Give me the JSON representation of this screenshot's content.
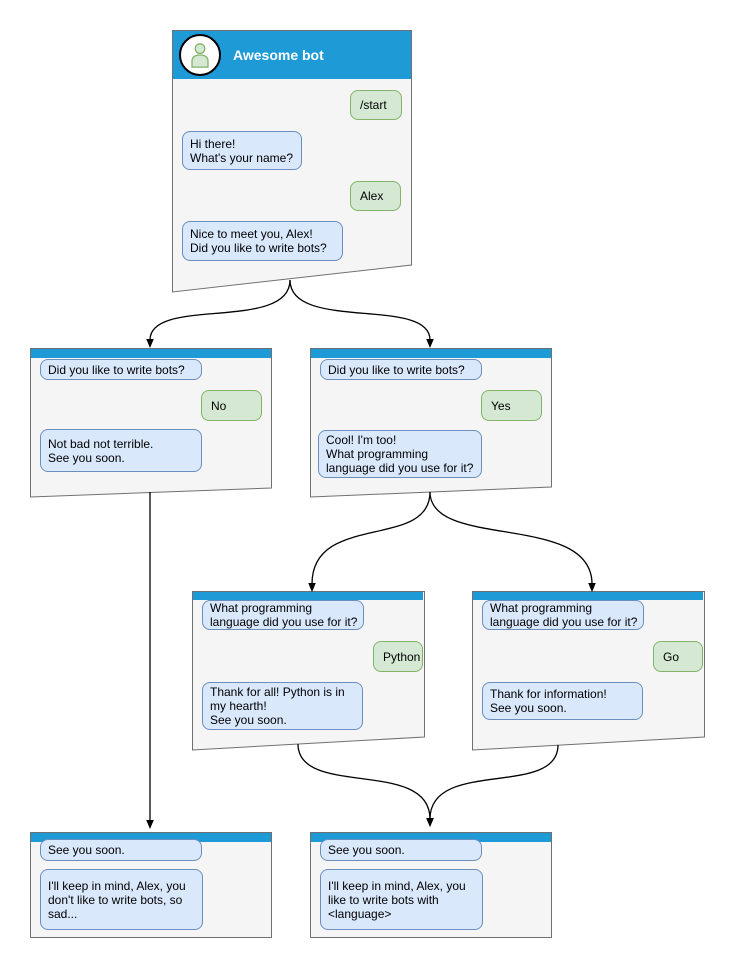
{
  "diagram": {
    "type": "chatbot-conversation-flowchart",
    "colors": {
      "header_blue": "#1e9bd7",
      "window_fill": "#f5f5f5",
      "window_border": "#707070",
      "bot_bubble_fill": "#dae8fc",
      "bot_bubble_border": "#6c8ebf",
      "user_bubble_fill": "#d5e8d4",
      "user_bubble_border": "#82b366",
      "arrow": "#000000"
    }
  },
  "windows": {
    "main": {
      "title": "Awesome bot",
      "messages": {
        "start_command": "/start",
        "greeting": "Hi there!\nWhat's your name?",
        "name_reply": "Alex",
        "nice_to_meet": "Nice to meet you, Alex!\nDid you like to write bots?"
      }
    },
    "branch_no": {
      "messages": {
        "question": "Did you like to write bots?",
        "answer": "No",
        "response": "Not bad not terrible.\nSee you soon."
      }
    },
    "branch_yes": {
      "messages": {
        "question": "Did you like to write bots?",
        "answer": "Yes",
        "response": "Cool! I'm too!\nWhat programming\nlanguage did you use for it?"
      }
    },
    "branch_python": {
      "messages": {
        "question": "What programming\nlanguage did you use for it?",
        "answer": "Python",
        "response": "Thank for all! Python is in\nmy hearth!\nSee you soon."
      }
    },
    "branch_go": {
      "messages": {
        "question": "What programming\nlanguage did you use for it?",
        "answer": "Go",
        "response": "Thank for information!\nSee you soon."
      }
    },
    "end_no": {
      "messages": {
        "question": "See you soon.",
        "response": "I'll keep in mind, Alex, you\ndon't like to write bots, so\nsad..."
      }
    },
    "end_yes": {
      "messages": {
        "question": "See you soon.",
        "response": "I'll keep in mind, Alex, you\nlike to write bots with\n<language>"
      }
    }
  }
}
